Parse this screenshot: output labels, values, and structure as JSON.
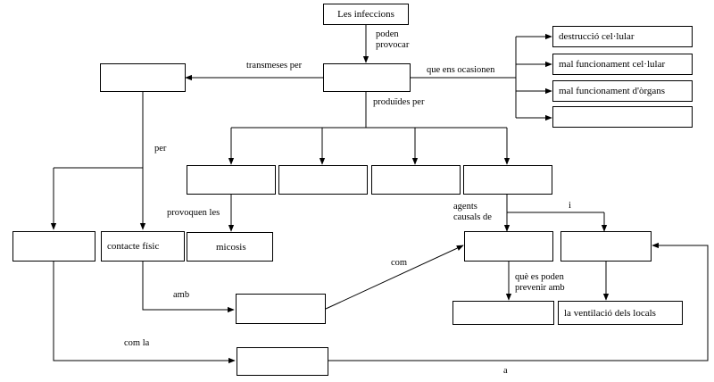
{
  "diagram": {
    "nodes": {
      "les_infeccions": "Les infeccions",
      "central": "",
      "left_top": "",
      "destruccio": "destrucció cel·lular",
      "mal_cel": "mal funcionament  cel·lular",
      "mal_org": "mal funcionament  d'òrgans",
      "effect_empty": "",
      "cause1": "",
      "cause2": "",
      "cause3": "",
      "cause4": "",
      "left_mid": "",
      "contacte": "contacte físic",
      "micosis": "micosis",
      "agent_box": "",
      "right_box": "",
      "amb_box": "",
      "prev_box": "",
      "ventilacio": "la ventilació dels locals",
      "bottom_box": ""
    },
    "labels": {
      "poden_provocar_1": "poden",
      "poden_provocar_2": "provocar",
      "transmeses_per": "transmeses per",
      "que_ens_ocasionen": "que ens ocasionen",
      "produides_per": "produïdes per",
      "per": "per",
      "provoquen_les": "provoquen les",
      "agents_1": "agents",
      "agents_2": "causals de",
      "i": "i",
      "com": "com",
      "amb": "amb",
      "prevenir_1": "què es poden",
      "prevenir_2": "prevenir amb",
      "com_la": "com la",
      "a": "a"
    }
  }
}
